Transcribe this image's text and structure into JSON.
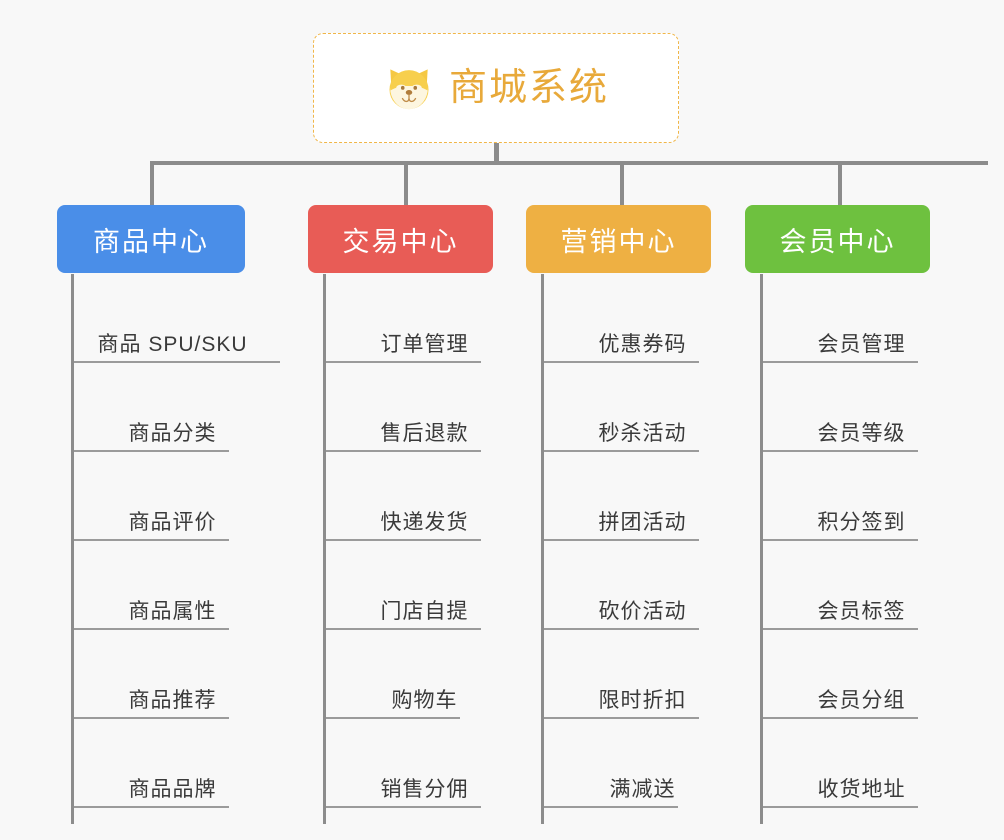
{
  "background_color": "#f8f8f8",
  "root": {
    "title": "商城系统",
    "icon": "shiba-inu-icon",
    "title_color": "#e8a93a",
    "border_color": "#f0b648",
    "card_color": "#ffffff"
  },
  "connector_color": "#8c8c8c",
  "columns": [
    {
      "label": "商品中心",
      "color": "#4a8ee8",
      "items": [
        "商品 SPU/SKU",
        "商品分类",
        "商品评价",
        "商品属性",
        "商品推荐",
        "商品品牌"
      ]
    },
    {
      "label": "交易中心",
      "color": "#e85c56",
      "items": [
        "订单管理",
        "售后退款",
        "快递发货",
        "门店自提",
        "购物车",
        "销售分佣"
      ]
    },
    {
      "label": "营销中心",
      "color": "#eeb043",
      "items": [
        "优惠券码",
        "秒杀活动",
        "拼团活动",
        "砍价活动",
        "限时折扣",
        "满减送"
      ]
    },
    {
      "label": "会员中心",
      "color": "#6ec13f",
      "items": [
        "会员管理",
        "会员等级",
        "积分签到",
        "会员标签",
        "会员分组",
        "收货地址"
      ]
    }
  ]
}
